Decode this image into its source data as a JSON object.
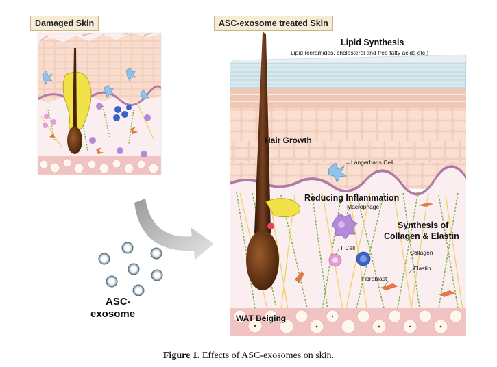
{
  "panels": {
    "left_title": "Damaged Skin",
    "right_title": "ASC-exosome treated Skin"
  },
  "annotations": {
    "lipid_synthesis": "Lipid Synthesis",
    "lipid_detail": "Lipid (ceramides, cholesterol and free fatty acids etc.)",
    "hair_growth": "Hair Growth",
    "langerhans": "Langerhans Cell",
    "reducing_inflammation": "Reducing Inflammation",
    "macrophage": "Macrophage",
    "t_cell": "T Cell",
    "synthesis_line1": "Synthesis of",
    "synthesis_line2": "Collagen & Elastin",
    "collagen": "Collagen",
    "elastin": "Elastin",
    "fibroblast": "Fibroblast",
    "wat_beiging": "WAT Beiging"
  },
  "exosome_label": {
    "line1": "ASC-",
    "line2": "exosome"
  },
  "caption": {
    "prefix": "Figure 1.",
    "text": " Effects of ASC-exosomes on skin."
  },
  "colors": {
    "epidermis": "#f6d9c9",
    "cell_border": "#ffffff",
    "lipid_layer": "#cfe3ec",
    "dermis": "#fbeef0",
    "basement": "#b07aa6",
    "fat": "#f2c3c3",
    "hair": "#5a2e12",
    "sebaceous": "#f2e24a",
    "collagen": "#7fb04a",
    "elastin": "#f0d46a",
    "macrophage": "#b48ad8",
    "tcell": "#e79ad8",
    "bcell": "#3a63c8",
    "fibroblast": "#e07a4a",
    "langerhans": "#8fc3ea",
    "arrow": "#a8a8a8"
  }
}
